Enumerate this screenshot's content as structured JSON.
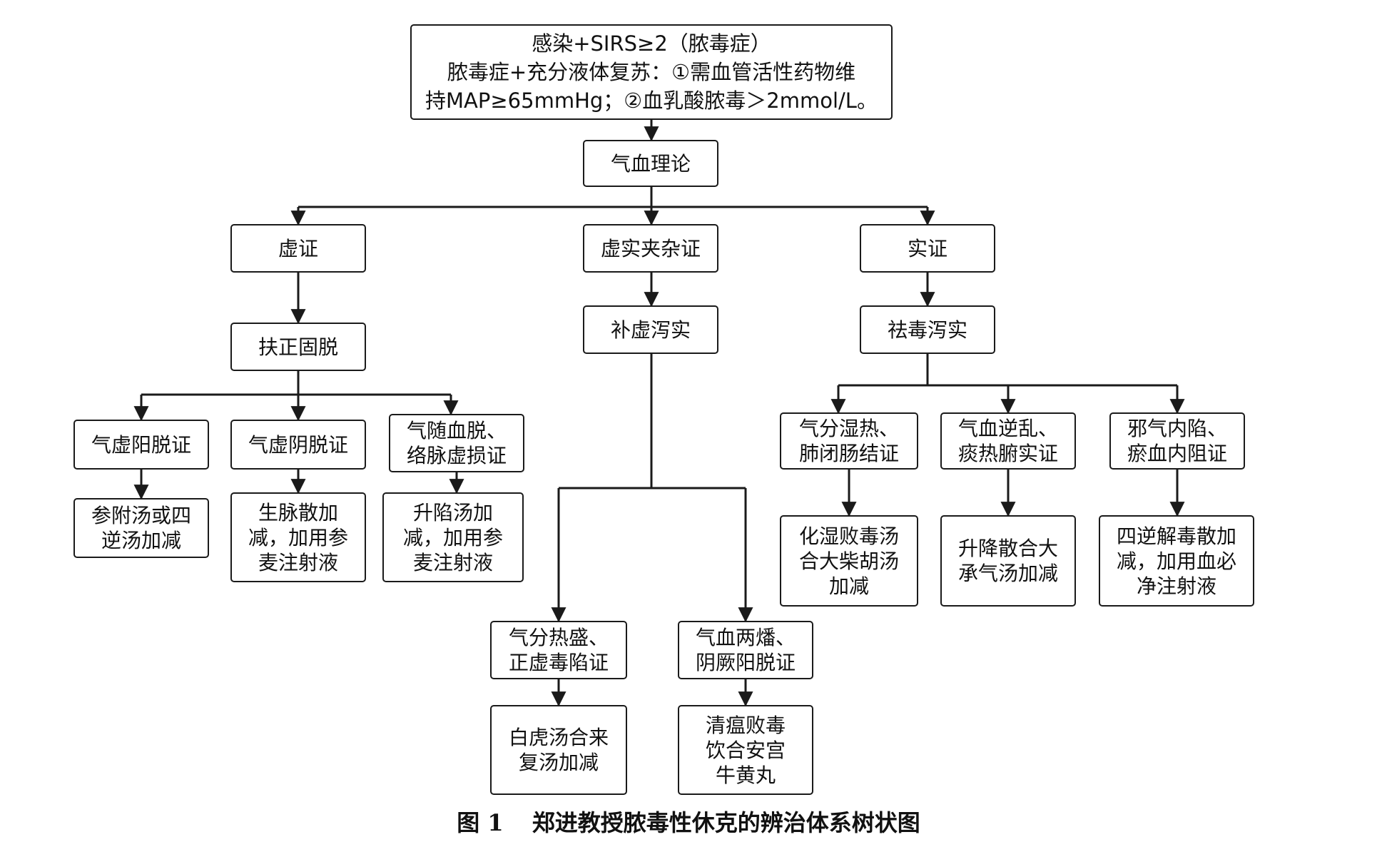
{
  "nodes": {
    "top": {
      "line1": "感染+SIRS≥2（脓毒症）",
      "line2": "脓毒症+充分液体复苏：①需血管活性药物维",
      "line3": "持MAP≥65mmHg；②血乳酸脓毒＞2mmol/L。"
    },
    "qixue": {
      "label": "气血理论"
    },
    "xu": {
      "label": "虚证"
    },
    "xushi": {
      "label": "虚实夹杂证"
    },
    "shi": {
      "label": "实证"
    },
    "fuzheng": {
      "label": "扶正固脱"
    },
    "buxu": {
      "label": "补虚泻实"
    },
    "qudu": {
      "label": "祛毒泻实"
    },
    "l1": {
      "line1": "气虚阳脱证"
    },
    "l2": {
      "line1": "气虚阴脱证"
    },
    "l3": {
      "line1": "气随血脱、",
      "line2": "络脉虚损证"
    },
    "l1r": {
      "line1": "参附汤或四",
      "line2": "逆汤加减"
    },
    "l2r": {
      "line1": "生脉散加",
      "line2": "减，加用参",
      "line3": "麦注射液"
    },
    "l3r": {
      "line1": "升陷汤加",
      "line2": "减，加用参",
      "line3": "麦注射液"
    },
    "m1": {
      "line1": "气分热盛、",
      "line2": "正虚毒陷证"
    },
    "m2": {
      "line1": "气血两燔、",
      "line2": "阴厥阳脱证"
    },
    "m1r": {
      "line1": "白虎汤合来",
      "line2": "复汤加减"
    },
    "m2r": {
      "line1": "清瘟败毒",
      "line2": "饮合安宫",
      "line3": "牛黄丸"
    },
    "r1": {
      "line1": "气分湿热、",
      "line2": "肺闭肠结证"
    },
    "r2": {
      "line1": "气血逆乱、",
      "line2": "痰热腑实证"
    },
    "r3": {
      "line1": "邪气内陷、",
      "line2": "瘀血内阻证"
    },
    "r1r": {
      "line1": "化湿败毒汤",
      "line2": "合大柴胡汤",
      "line3": "加减"
    },
    "r2r": {
      "line1": "升降散合大",
      "line2": "承气汤加减"
    },
    "r3r": {
      "line1": "四逆解毒散加",
      "line2": "减，加用血必",
      "line3": "净注射液"
    }
  },
  "caption": {
    "figure": "图 1",
    "title": "郑进教授脓毒性休克的辨治体系树状图"
  }
}
